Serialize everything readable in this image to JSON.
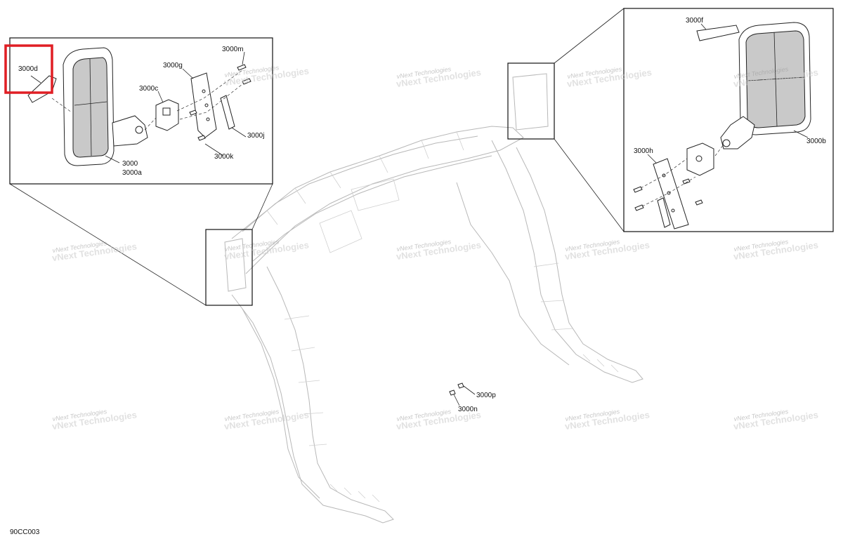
{
  "diagram": {
    "drawing_code": "90CC003",
    "highlight_color": "#e01e24",
    "watermark": {
      "line1": "vNext Technologies",
      "line2": "vNext Technologies"
    },
    "callouts": {
      "left": {
        "c3000d": "3000d",
        "c3000m": "3000m",
        "c3000g": "3000g",
        "c3000c": "3000c",
        "c3000j": "3000j",
        "c3000k": "3000k",
        "c3000": "3000",
        "c3000a": "3000a"
      },
      "right": {
        "c3000f": "3000f",
        "c3000b": "3000b",
        "c3000h": "3000h"
      },
      "center": {
        "c3000p": "3000p",
        "c3000n": "3000n"
      }
    }
  }
}
